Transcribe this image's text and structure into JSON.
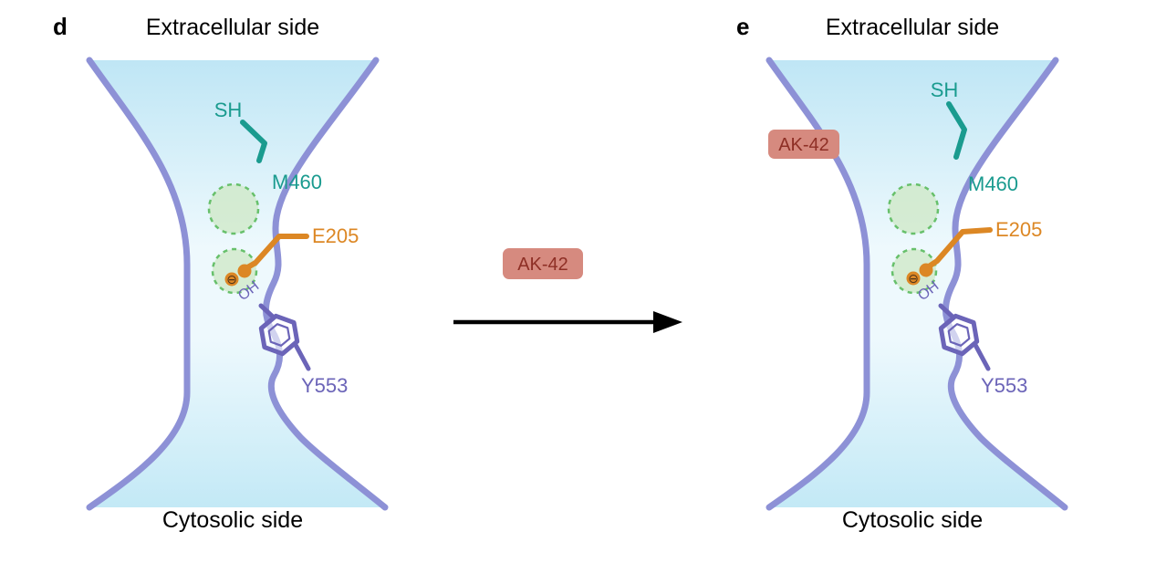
{
  "figure_type": "membrane channel schematic, inhibitor binding",
  "colors": {
    "channel_wall": "#8d91d6",
    "channel_fill_top": "#bfe6f5",
    "channel_fill_mid": "#eef9fd",
    "ion_circle_stroke": "#67c06b",
    "ion_circle_fill": "#cfe9c8",
    "thiol_teal": "#1a9b8f",
    "glutamate_orange": "#dc8724",
    "tyrosine_purple": "#6b64b8",
    "inhibitor_fill": "#d68a7f",
    "inhibitor_text": "#8e2f25",
    "arrow_black": "#000000"
  },
  "arrow": {
    "label": "AK-42"
  },
  "panels": [
    {
      "panel_label": "d",
      "top_label": "Extracellular side",
      "bottom_label": "Cytosolic side",
      "residues": {
        "thiol": "SH",
        "methionine": "M460",
        "glutamate": "E205",
        "charge": "⊖",
        "hydroxyl": "OH",
        "tyrosine": "Y553"
      }
    },
    {
      "panel_label": "e",
      "top_label": "Extracellular side",
      "bottom_label": "Cytosolic side",
      "bound_inhibitor": "AK-42",
      "residues": {
        "thiol": "SH",
        "methionine": "M460",
        "glutamate": "E205",
        "charge": "⊖",
        "hydroxyl": "OH",
        "tyrosine": "Y553"
      }
    }
  ]
}
